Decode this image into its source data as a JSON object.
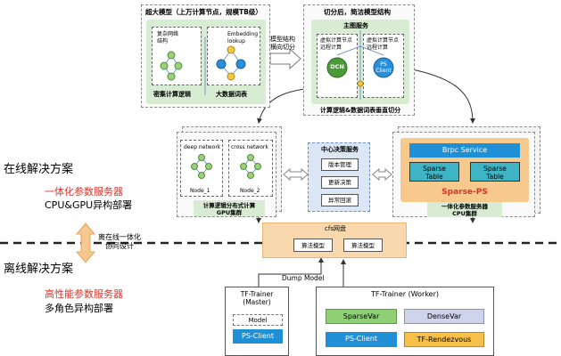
{
  "top_left": {
    "title": "超大模型（上万计算节点，规模TB级）",
    "dense_label": "密集计算逻辑",
    "embed_label": "大数据词表",
    "complex_net": "复杂网络\n结构",
    "embedding_lookup": "Embedding\nlookup"
  },
  "arrow_split_label": "模型结构\n横向切分",
  "top_right": {
    "title": "切分后，简洁模型结构",
    "main_service": "主图服务",
    "vnode1": "虚拟计算节点\n远程计算",
    "vnode2": "虚拟计算节点\n远程计算",
    "dcn": "DCN",
    "ps_client": "PS\nClient",
    "bottom_label": "计算逻辑&数据词表垂直切分"
  },
  "online": {
    "title": "在线解决方案",
    "subtitle": "一体化参数服务器",
    "desc": "CPU&GPU异构部署",
    "subtitle_color": "#d9342b"
  },
  "gpu_cluster": {
    "deep_network": "deep network",
    "cross_network": "cross network",
    "node1": "Node_1",
    "node2": "Node_2",
    "label": "计算逻辑分布式计算\nGPU集群"
  },
  "center_service": {
    "title": "中心决策服务",
    "items": [
      "版本管理",
      "更新决策",
      "异常回滚"
    ]
  },
  "ps_cluster": {
    "brpc": "Brpc Service",
    "sparse_table_1": "Sparse\nTable",
    "sparse_table_2": "Sparse\nTable",
    "sparse_ps": "Sparse-PS",
    "label": "一体化参数服务器\nCPU集群"
  },
  "middle": {
    "offline_online": "离在线一体化\n协同设计",
    "cfs": "cfs网盘",
    "algo1": "算法模型",
    "algo2": "算法模型",
    "dump_model": "Dump Model"
  },
  "offline": {
    "title": "离线解决方案",
    "subtitle": "高性能参数服务器",
    "desc": "多角色异构部署",
    "subtitle_color": "#d9342b"
  },
  "master": {
    "title": "TF-Trainer\n(Master)",
    "model": "Model",
    "ps_client": "PS-Client"
  },
  "worker": {
    "title": "TF-Trainer (Worker)",
    "sparse_var": "SparseVar",
    "dense_var": "DenseVar",
    "ps_client": "PS-Client",
    "rendezvous": "TF-Rendezvous"
  },
  "colors": {
    "green_fill": "#d7ecd3",
    "blue_accent": "#1f8fd6",
    "orange_fill": "#f7c98c",
    "red_text": "#d9342b",
    "purple_fill": "#cfd3ea"
  }
}
